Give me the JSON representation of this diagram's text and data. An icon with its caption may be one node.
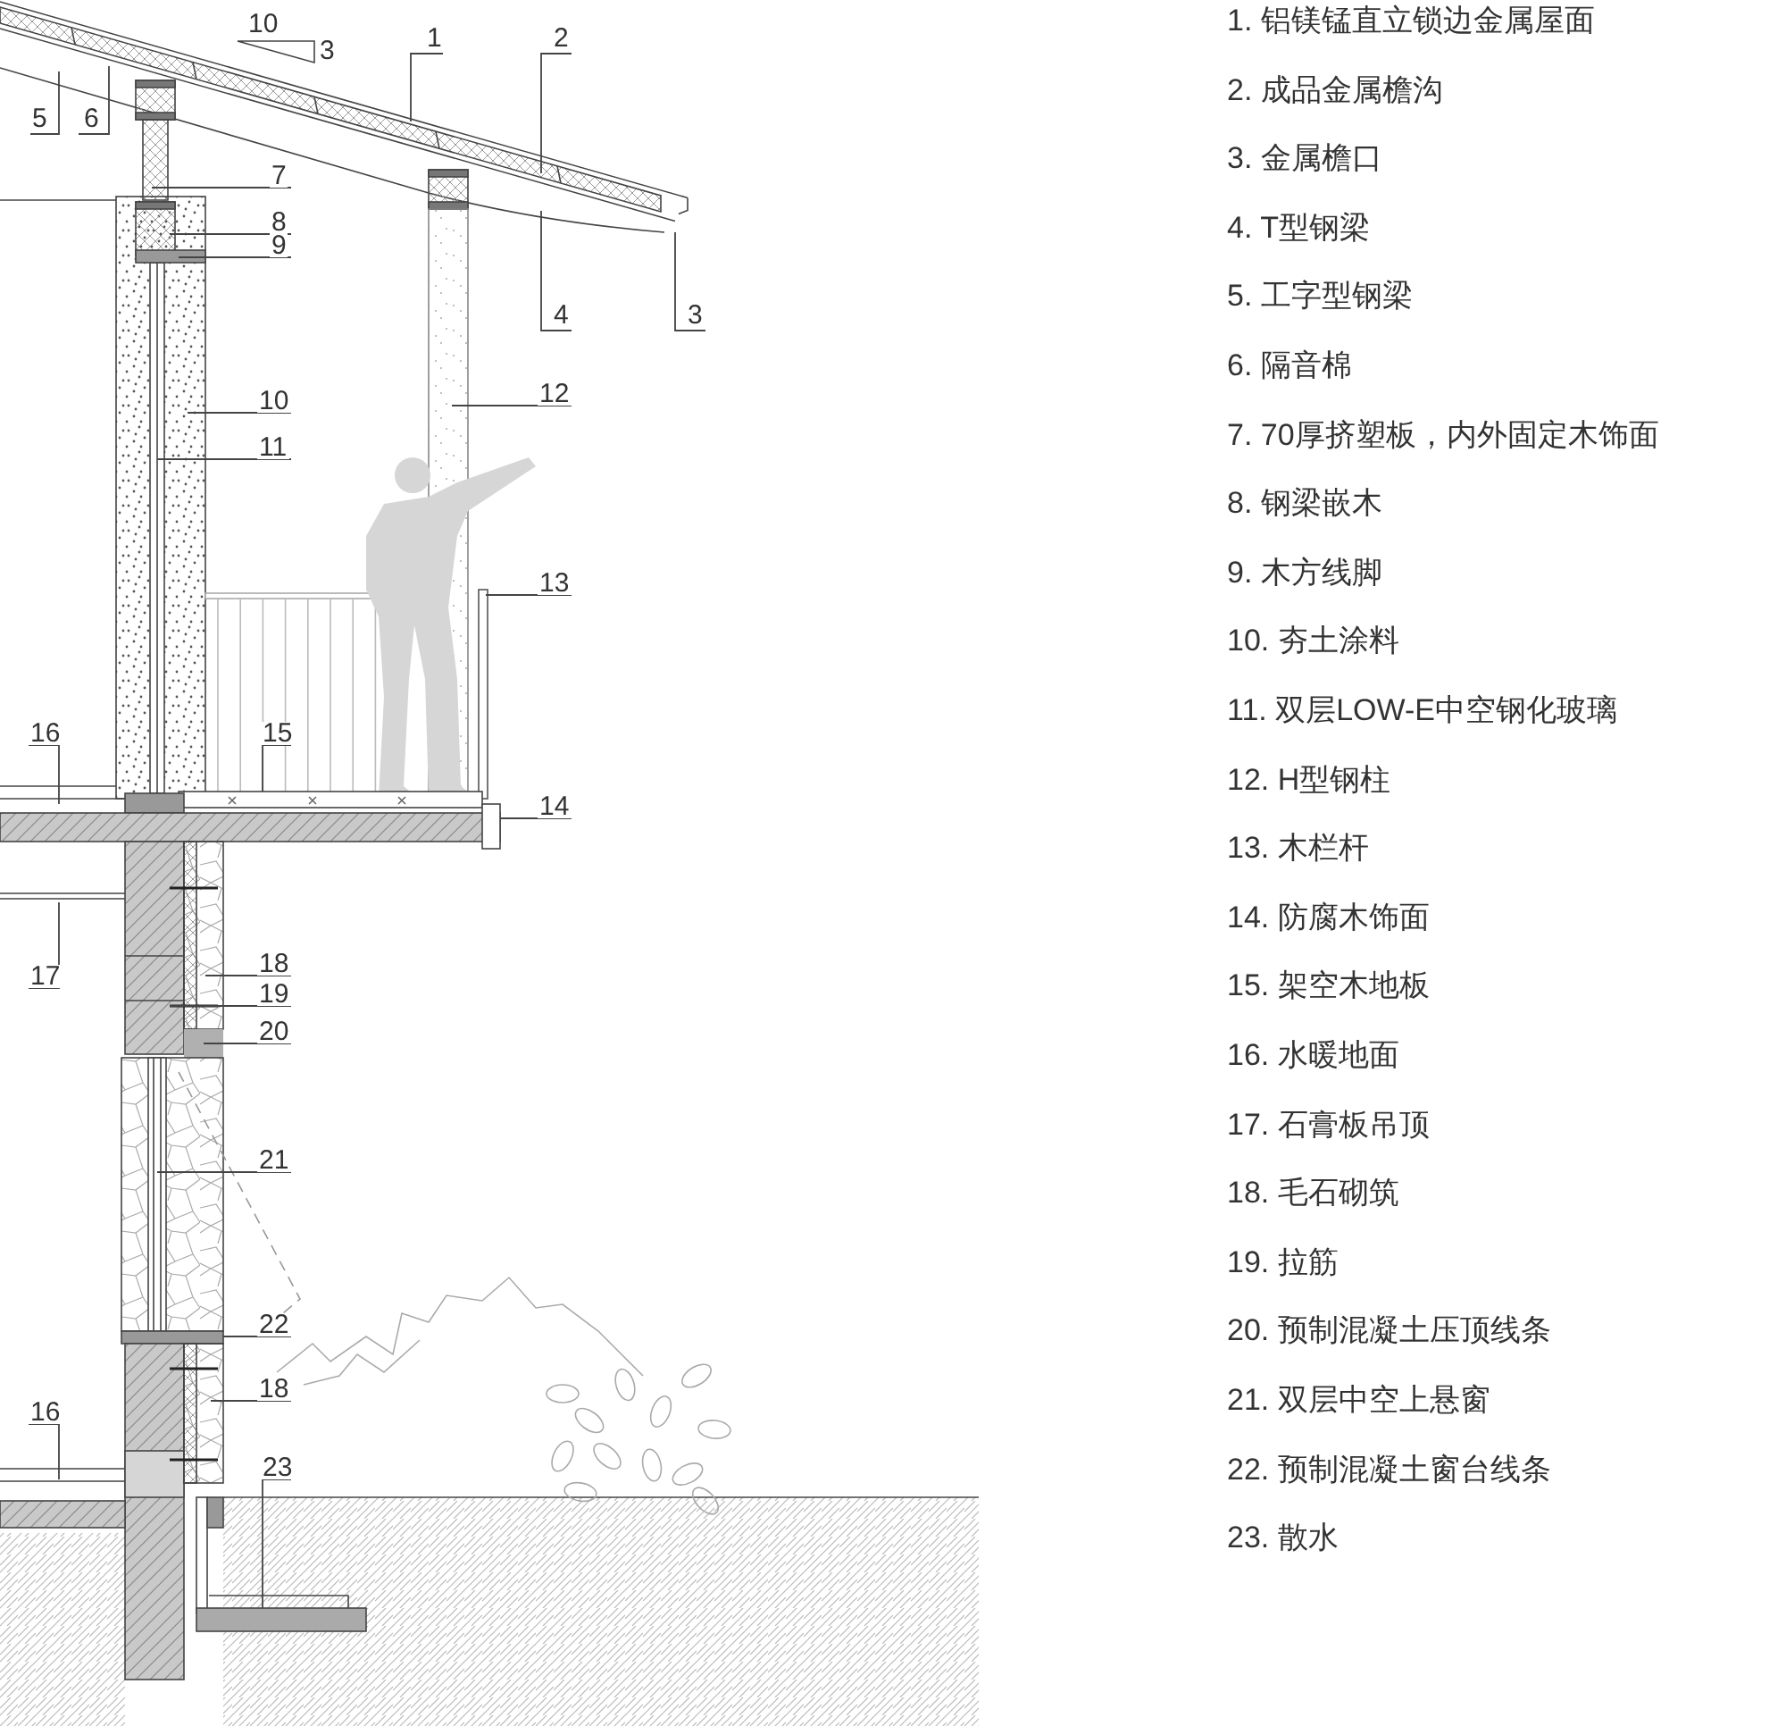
{
  "diagram": {
    "nodes": [
      {
        "text": [
          "1"
        ]
      },
      {
        "text": [
          "2"
        ]
      },
      {
        "text": [
          "5"
        ]
      },
      {
        "text": [
          "6"
        ]
      },
      {
        "text": [
          "7"
        ]
      },
      {
        "text": [
          "8"
        ]
      },
      {
        "text": [
          "9"
        ]
      },
      {
        "text": [
          "4"
        ]
      },
      {
        "text": [
          "3"
        ]
      },
      {
        "text": [
          "10"
        ]
      },
      {
        "text": [
          "12"
        ]
      },
      {
        "text": [
          "11"
        ]
      },
      {
        "text": [
          "13"
        ]
      },
      {
        "text": [
          "15"
        ]
      },
      {
        "text": [
          "16"
        ]
      },
      {
        "text": [
          "14"
        ]
      },
      {
        "text": [
          "17"
        ]
      },
      {
        "text": [
          "18"
        ]
      },
      {
        "text": [
          "19"
        ]
      },
      {
        "text": [
          "20"
        ]
      },
      {
        "text": [
          "21"
        ]
      },
      {
        "text": [
          "22"
        ]
      },
      {
        "text": [
          "18"
        ]
      },
      {
        "text": [
          "16"
        ]
      },
      {
        "text": [
          "23"
        ]
      }
    ],
    "edges": [
      {
        "from": 0,
        "to": null,
        "arrow": "none"
      },
      {
        "from": 1,
        "to": null,
        "arrow": "none"
      },
      {
        "from": 2,
        "to": null,
        "arrow": "none"
      },
      {
        "from": 3,
        "to": null,
        "arrow": "none"
      },
      {
        "from": 4,
        "to": null,
        "arrow": "none"
      },
      {
        "from": 5,
        "to": null,
        "arrow": "none"
      },
      {
        "from": 6,
        "to": null,
        "arrow": "none"
      },
      {
        "from": 7,
        "to": null,
        "arrow": "none"
      },
      {
        "from": 8,
        "to": null,
        "arrow": "none"
      },
      {
        "from": 9,
        "to": null,
        "arrow": "none"
      },
      {
        "from": 10,
        "to": null,
        "arrow": "none"
      },
      {
        "from": 11,
        "to": null,
        "arrow": "none"
      },
      {
        "from": 12,
        "to": null,
        "arrow": "none"
      },
      {
        "from": 13,
        "to": null,
        "arrow": "none"
      },
      {
        "from": 14,
        "to": null,
        "arrow": "none"
      },
      {
        "from": 15,
        "to": null,
        "arrow": "none"
      },
      {
        "from": 16,
        "to": null,
        "arrow": "none"
      },
      {
        "from": 17,
        "to": null,
        "arrow": "none"
      },
      {
        "from": 18,
        "to": null,
        "arrow": "none"
      },
      {
        "from": 19,
        "to": null,
        "arrow": "none"
      },
      {
        "from": 20,
        "to": null,
        "arrow": "none"
      },
      {
        "from": 21,
        "to": null,
        "arrow": "none"
      },
      {
        "from": 22,
        "to": null,
        "arrow": "none"
      },
      {
        "from": 23,
        "to": null,
        "arrow": "none"
      },
      {
        "from": 24,
        "to": null,
        "arrow": "none"
      }
    ],
    "labels": [
      "10",
      "3",
      "1. 铝镁锰直立锁边金属屋面",
      "2. 成品金属檐沟",
      "3. 金属檐口",
      "4. T型钢梁",
      "5. 工字型钢梁",
      "6. 隔音棉",
      "7. 70厚挤塑板，内外固定木饰面",
      "8. 钢梁嵌木",
      "9. 木方线脚",
      "10. 夯土涂料",
      "11. 双层LOW-E中空钢化玻璃",
      "12. H型钢柱",
      "13. 木栏杆",
      "14. 防腐木饰面",
      "15. 架空木地板",
      "16. 水暖地面",
      "17. 石膏板吊顶",
      "18. 毛石砌筑",
      "19. 拉筋",
      "20. 预制混凝土压顶线条",
      "21. 双层中空上悬窗",
      "22. 预制混凝土窗台线条",
      "23. 散水"
    ]
  }
}
